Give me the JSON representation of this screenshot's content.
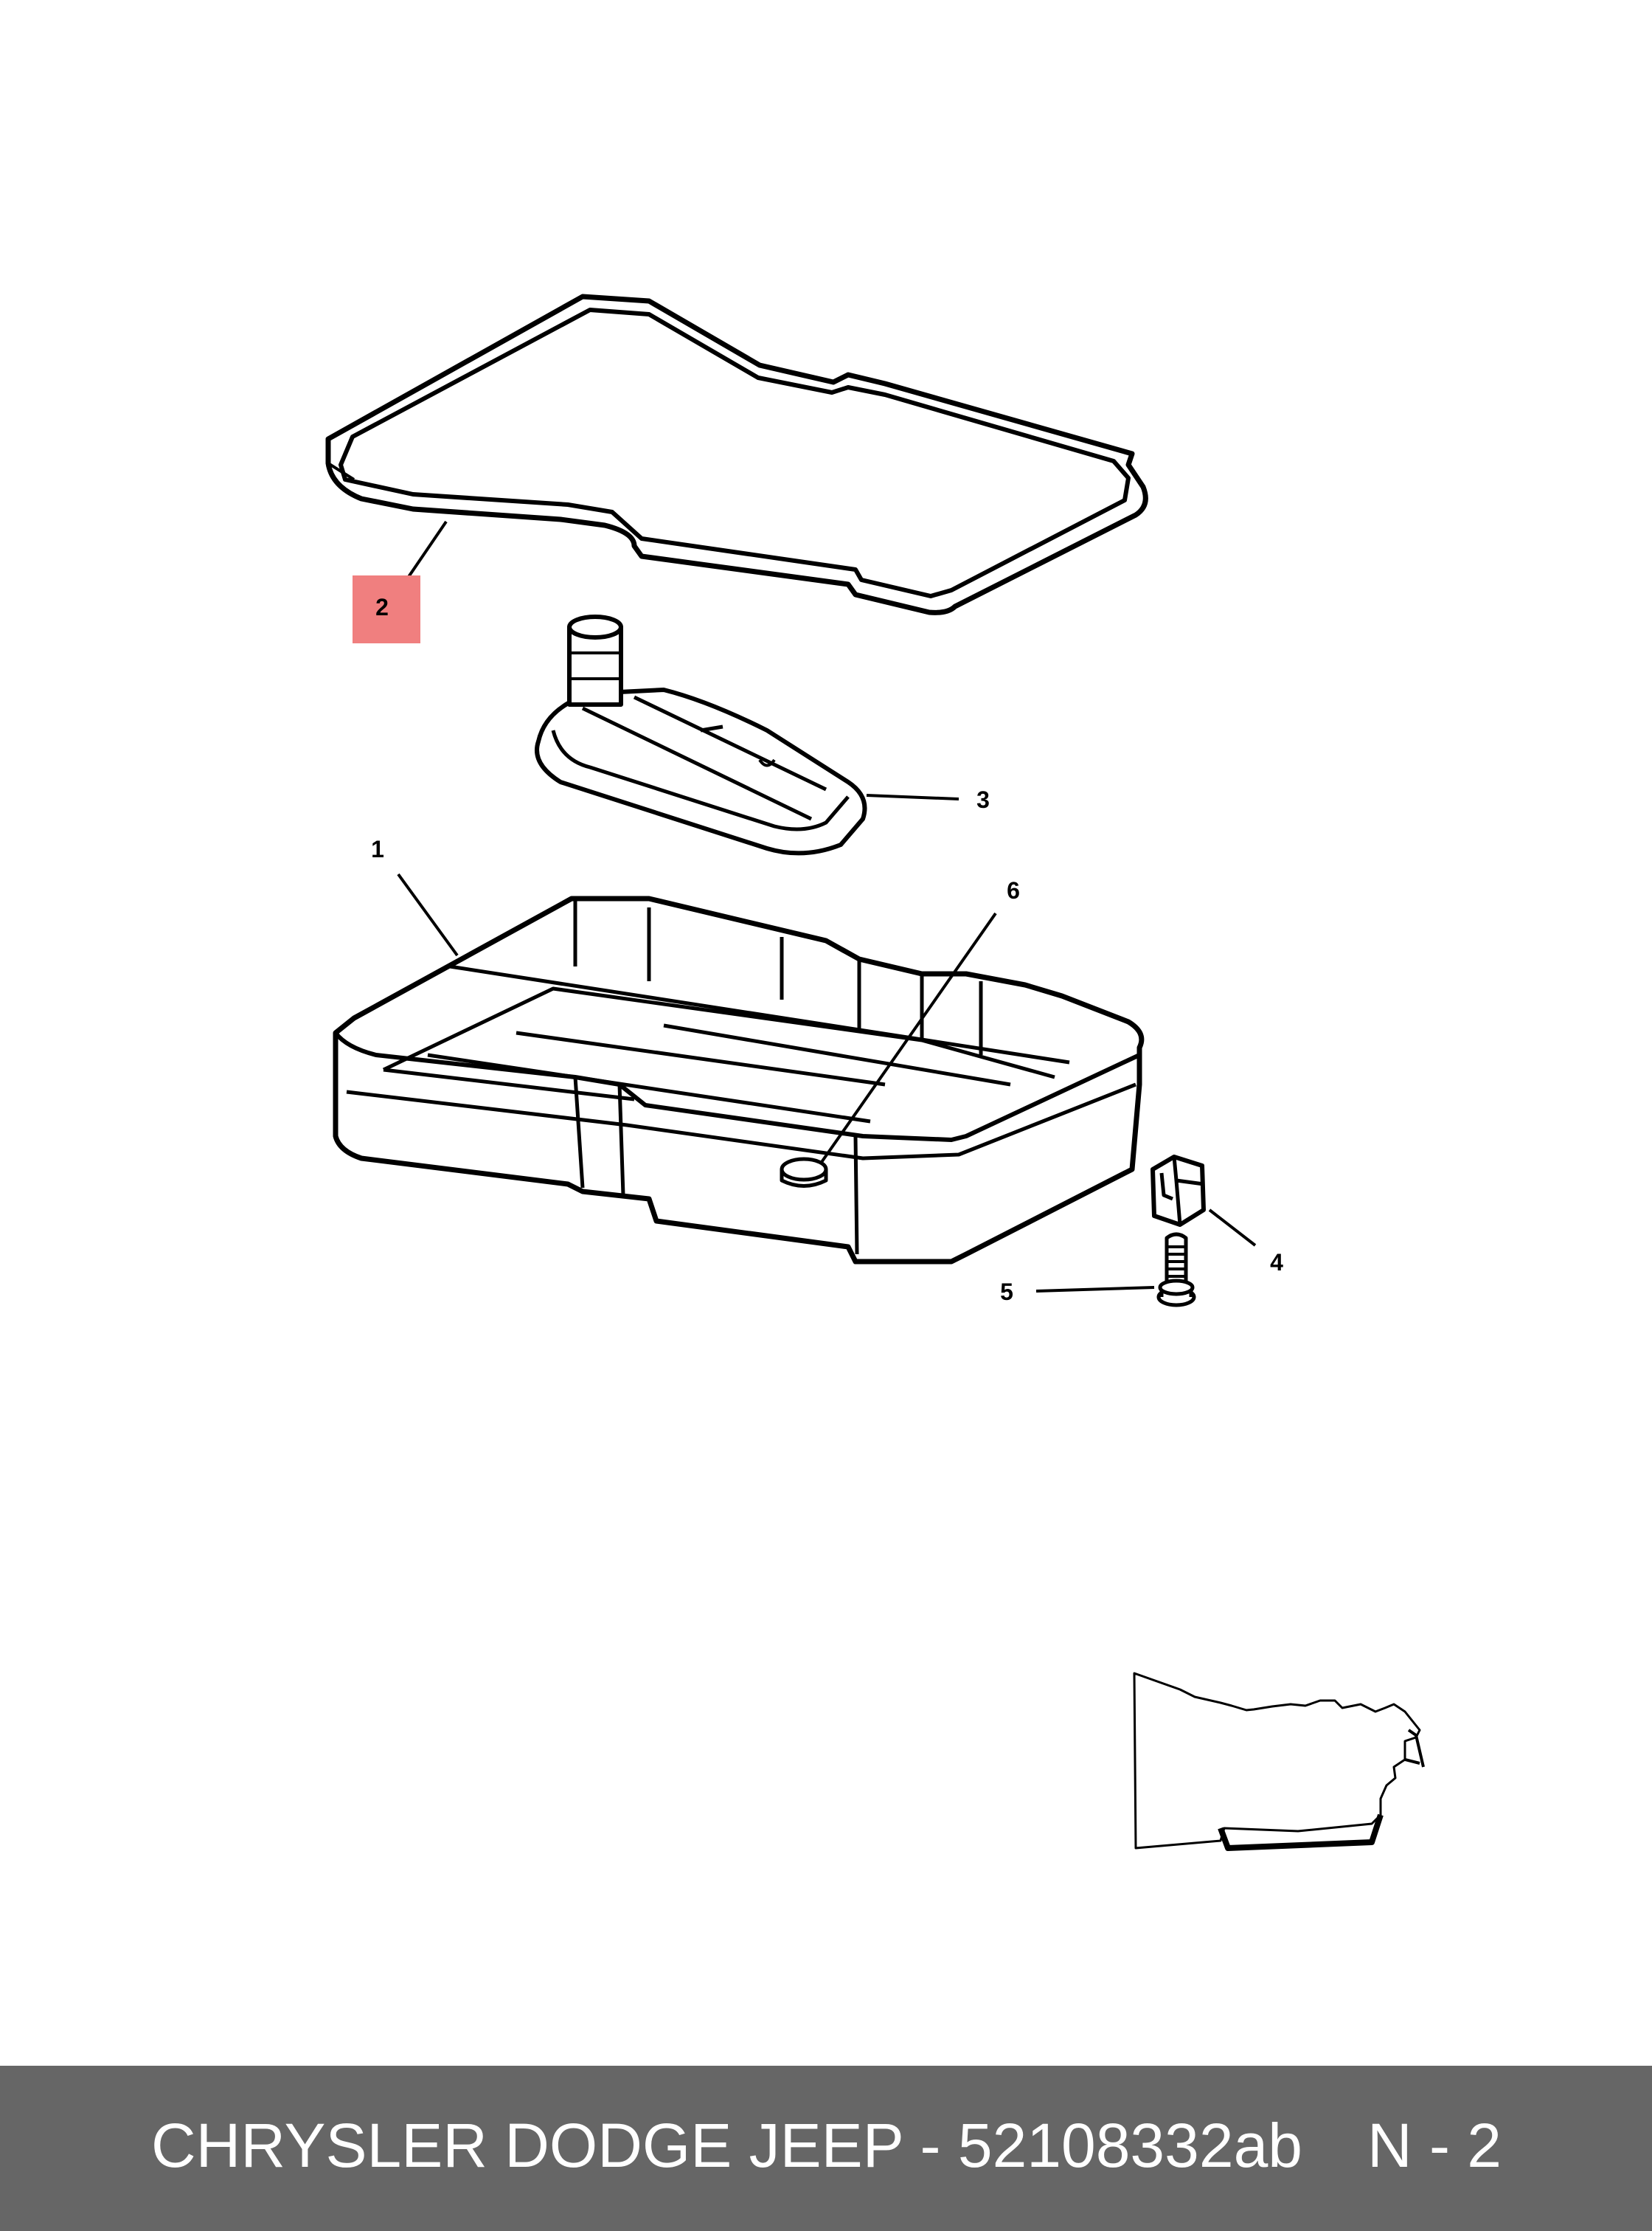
{
  "diagram": {
    "callouts": [
      {
        "id": "1",
        "label": "1"
      },
      {
        "id": "2",
        "label": "2",
        "highlighted": true
      },
      {
        "id": "3",
        "label": "3"
      },
      {
        "id": "4",
        "label": "4"
      },
      {
        "id": "5",
        "label": "5"
      },
      {
        "id": "6",
        "label": "6"
      }
    ],
    "parts": [
      "oil-pan",
      "pan-gasket",
      "oil-filter",
      "retainer-clip",
      "bolt",
      "drain-plug"
    ],
    "highlight_color": "#f07f7f"
  },
  "footer": {
    "title": "CHRYSLER DODGE JEEP - 52108332ab",
    "code": "N - 2",
    "background": "#666666",
    "text_color": "#ffffff"
  }
}
